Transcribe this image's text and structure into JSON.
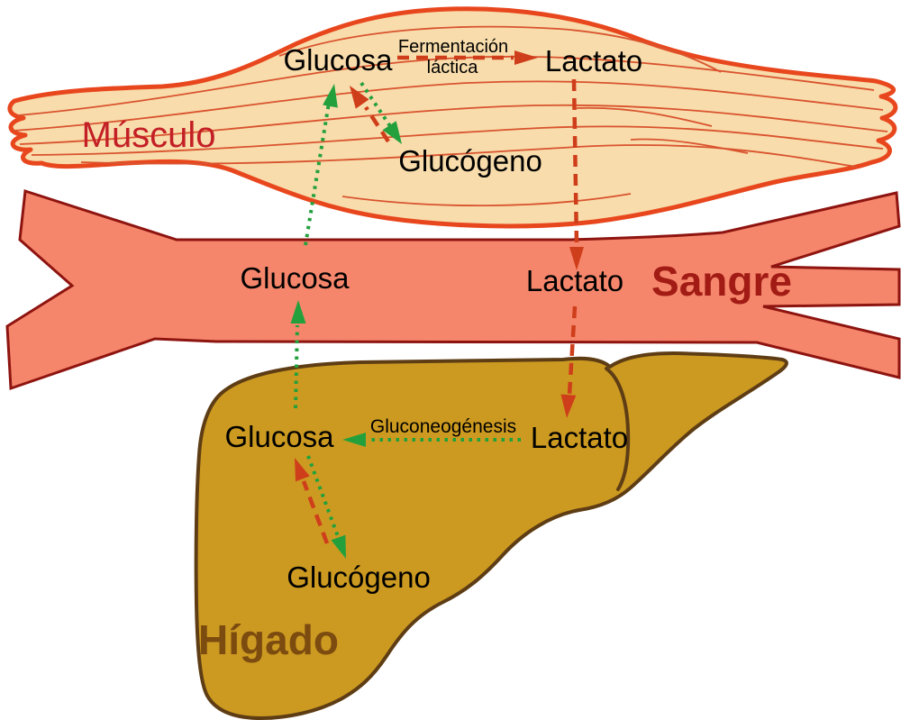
{
  "diagram": {
    "muscle": {
      "label": "Músculo",
      "glucose": "Glucosa",
      "lactate": "Lactato",
      "glycogen": "Glucógeno",
      "process_line1": "Fermentación",
      "process_line2": "láctica"
    },
    "blood": {
      "label": "Sangre",
      "glucose": "Glucosa",
      "lactate": "Lactato"
    },
    "liver": {
      "label": "Hígado",
      "glucose": "Glucosa",
      "lactate": "Lactato",
      "glycogen": "Glucógeno",
      "process": "Gluconeogénesis"
    }
  },
  "arrows": [
    {
      "from": "muscle.glucose",
      "to": "muscle.lactate",
      "style": "red-dashed",
      "label": "Fermentación láctica"
    },
    {
      "from": "muscle.glucose",
      "to": "muscle.glycogen",
      "style": "green-dotted"
    },
    {
      "from": "muscle.glycogen",
      "to": "muscle.glucose",
      "style": "red-dashed"
    },
    {
      "from": "blood.glucose",
      "to": "muscle.glucose",
      "style": "green-dotted"
    },
    {
      "from": "muscle.lactate",
      "to": "blood.lactate",
      "style": "red-dashed"
    },
    {
      "from": "liver.glucose",
      "to": "blood.glucose",
      "style": "green-dotted"
    },
    {
      "from": "blood.lactate",
      "to": "liver.lactate",
      "style": "red-dashed"
    },
    {
      "from": "liver.lactate",
      "to": "liver.glucose",
      "style": "green-dotted",
      "label": "Gluconeogénesis"
    },
    {
      "from": "liver.glucose",
      "to": "liver.glycogen",
      "style": "green-dotted"
    },
    {
      "from": "liver.glycogen",
      "to": "liver.glucose",
      "style": "red-dashed"
    }
  ],
  "colors": {
    "background": "#ffffff",
    "muscle_fill": "#f8dcab",
    "muscle_outline": "#e8471e",
    "muscle_striation": "#d9532e",
    "muscle_label": "#c31f26",
    "blood_fill": "#f5866b",
    "blood_outline": "#8e1410",
    "blood_label": "#a21c15",
    "liver_fill": "#cc9a20",
    "liver_outline": "#5e3d15",
    "liver_label": "#7c4b10",
    "arrow_red": "#cf3e1b",
    "arrow_green": "#23a03c",
    "text_black": "#000000"
  }
}
